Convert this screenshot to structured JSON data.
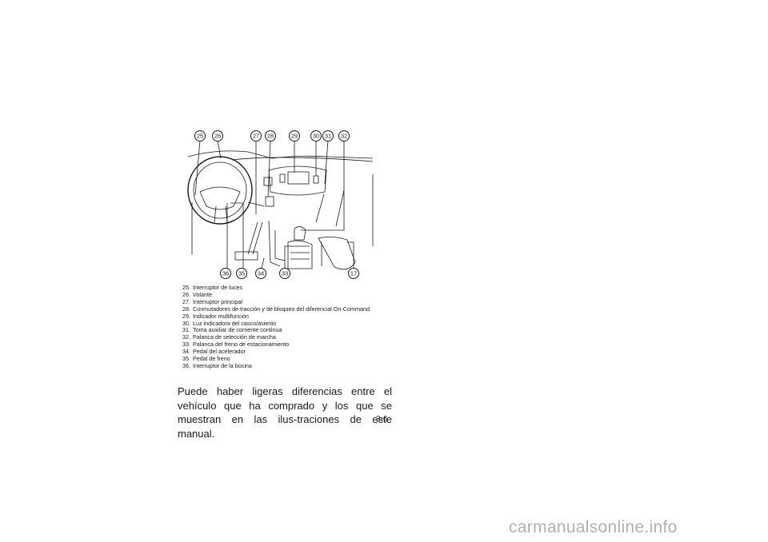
{
  "figure": {
    "callouts_top": [
      "25",
      "26",
      "27",
      "28",
      "29",
      "30",
      "31",
      "32"
    ],
    "callouts_bottom": [
      "36",
      "35",
      "34",
      "33",
      "17"
    ]
  },
  "legend": [
    {
      "num": "25.",
      "text": "Interruptor de luces"
    },
    {
      "num": "26.",
      "text": "Volante"
    },
    {
      "num": "27.",
      "text": "Interruptor principal"
    },
    {
      "num": "28.",
      "text": "Conmutadores de tracción y de bloqueo del diferencial On-Command"
    },
    {
      "num": "29.",
      "text": "Indicador multifunción"
    },
    {
      "num": "30.",
      "text": "Luz indicadora del casco/asiento"
    },
    {
      "num": "31.",
      "text": "Toma auxiliar de corriente continua"
    },
    {
      "num": "32.",
      "text": "Palanca de selección de marcha"
    },
    {
      "num": "33.",
      "text": "Palanca del freno de estacionamiento"
    },
    {
      "num": "34.",
      "text": "Pedal del acelerador"
    },
    {
      "num": "35.",
      "text": "Pedal de freno"
    },
    {
      "num": "36.",
      "text": "Interruptor de la bocina"
    }
  ],
  "body_text": "Puede haber ligeras diferencias entre el vehículo que ha comprado y los que se muestran en las ilus-traciones de este manual.",
  "page_number": "3-6",
  "watermark": "carmanualsonline.info"
}
